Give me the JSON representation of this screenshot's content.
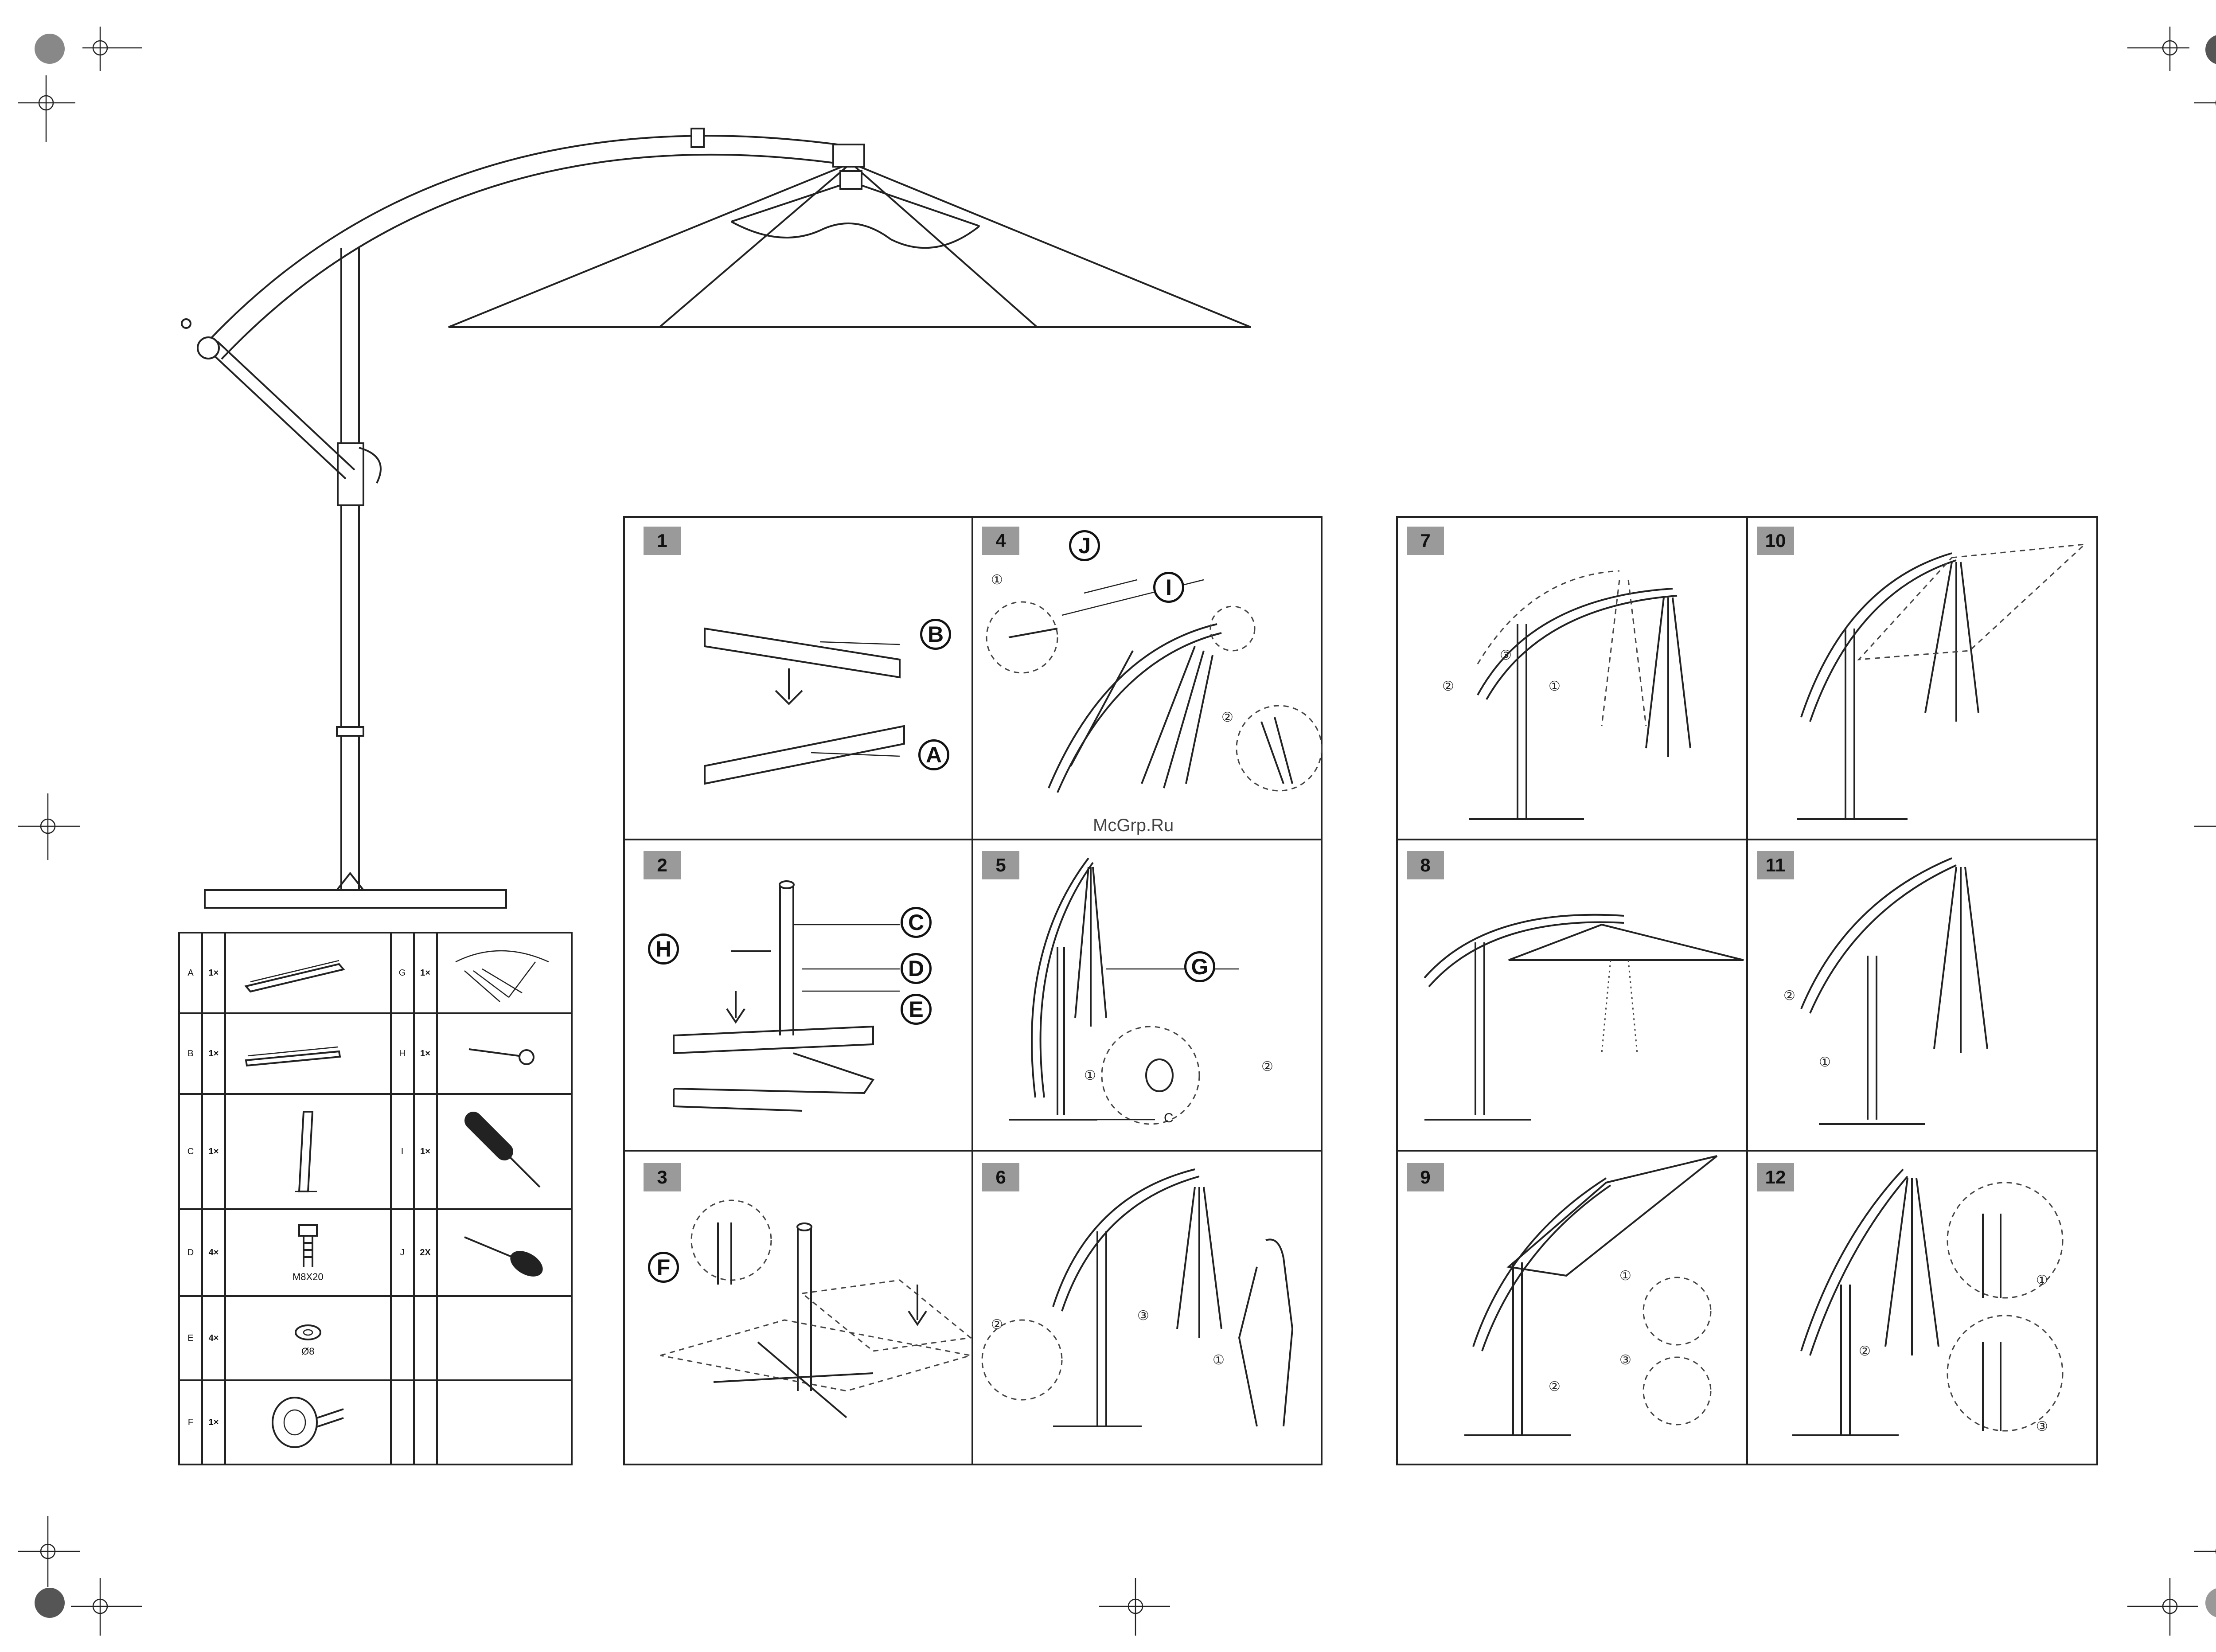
{
  "parts": [
    {
      "key": "A",
      "qty": "1×",
      "label": ""
    },
    {
      "key": "B",
      "qty": "1×",
      "label": ""
    },
    {
      "key": "C",
      "qty": "1×",
      "label": ""
    },
    {
      "key": "D",
      "qty": "4×",
      "label": "M8X20"
    },
    {
      "key": "E",
      "qty": "4×",
      "label": "Ø8"
    },
    {
      "key": "F",
      "qty": "1×",
      "label": ""
    },
    {
      "key": "G",
      "qty": "1×",
      "label": ""
    },
    {
      "key": "H",
      "qty": "1×",
      "label": ""
    },
    {
      "key": "I",
      "qty": "1×",
      "label": ""
    },
    {
      "key": "J",
      "qty": "2X",
      "label": ""
    }
  ],
  "steps_left": [
    "1",
    "4",
    "2",
    "5",
    "3",
    "6"
  ],
  "steps_right": [
    "7",
    "10",
    "8",
    "11",
    "9",
    "12"
  ],
  "callouts": {
    "A": "A",
    "B": "B",
    "C": "C",
    "D": "D",
    "E": "E",
    "F": "F",
    "G": "G",
    "H": "H",
    "I": "I",
    "J": "J",
    "c_small": "C"
  },
  "markers": {
    "one": "①",
    "two": "②",
    "three": "③"
  },
  "watermark": "McGrp.Ru"
}
